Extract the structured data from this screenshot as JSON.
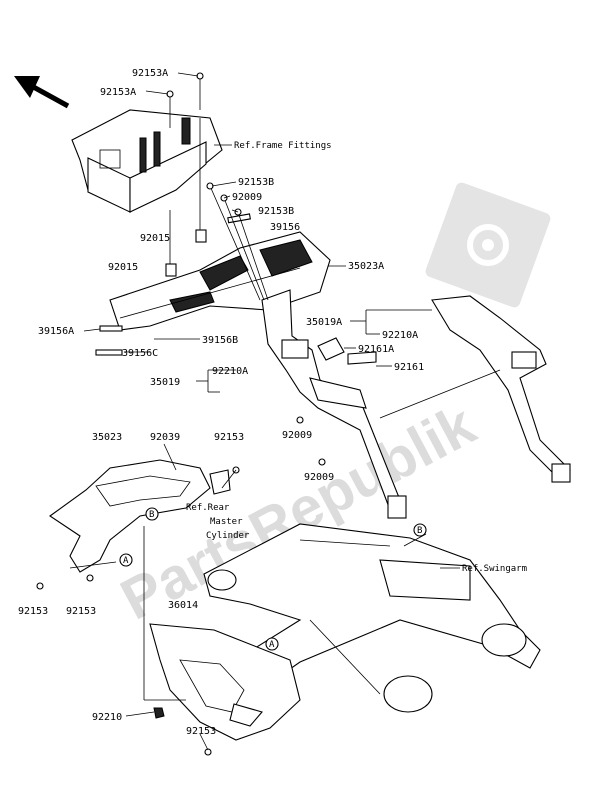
{
  "watermark": "PartsRepublik",
  "labels": {
    "l92153A_1": "92153A",
    "l92153A_2": "92153A",
    "ref_frame": "Ref.Frame Fittings",
    "l92153B_1": "92153B",
    "l92009_1": "92009",
    "l92153B_2": "92153B",
    "l39156": "39156",
    "l92015_1": "92015",
    "l92015_2": "92015",
    "l35023A": "35023A",
    "l35019A": "35019A",
    "l92210A_1": "92210A",
    "l39156A": "39156A",
    "l39156B": "39156B",
    "l39156C": "39156C",
    "l92161A": "92161A",
    "l92161": "92161",
    "l35019": "35019",
    "l92210A_2": "92210A",
    "l92009_2": "92009",
    "l92009_3": "92009",
    "l35023": "35023",
    "l92039": "92039",
    "l92153_1": "92153",
    "ref_rear_1": "Ref.Rear",
    "ref_rear_2": "Master",
    "ref_rear_3": "Cylinder",
    "ref_swingarm": "Ref.Swingarm",
    "l36014": "36014",
    "l92153_2": "92153",
    "l92153_3": "92153",
    "l92210": "92210",
    "l92153_4": "92153",
    "marker_a": "A",
    "marker_b": "B"
  },
  "icons": {
    "direction": "arrow-up-left-icon",
    "gear": "gear-icon"
  }
}
